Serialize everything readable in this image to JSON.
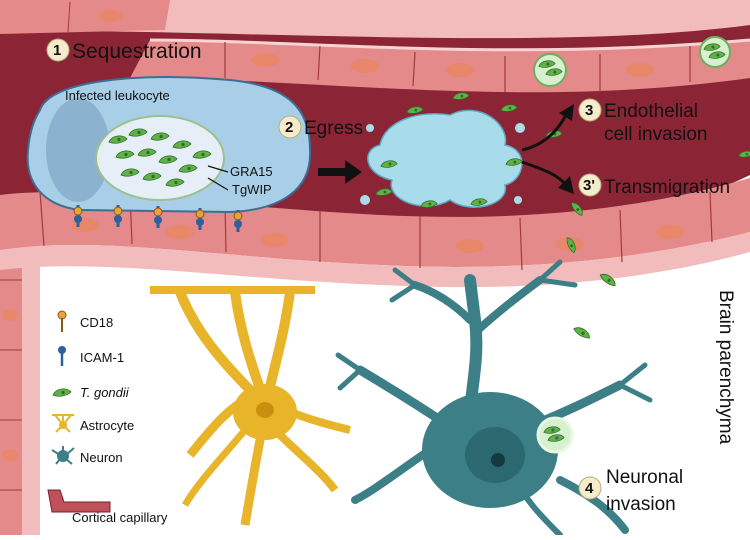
{
  "steps": [
    {
      "number": "1",
      "label": "Sequestration"
    },
    {
      "number": "2",
      "label": "Egress"
    },
    {
      "number": "3",
      "label_line1": "Endothelial",
      "label_line2": "cell invasion"
    },
    {
      "number": "3'",
      "label": "Transmigration"
    },
    {
      "number": "4",
      "label_line1": "Neuronal",
      "label_line2": "invasion"
    }
  ],
  "leukocyte": {
    "label": "Infected leukocyte",
    "markers": [
      "GRA15",
      "TgWIP"
    ]
  },
  "region_label": "Brain parenchyma",
  "legend": [
    {
      "icon": "cd18-icon",
      "label": "CD18",
      "italic": false
    },
    {
      "icon": "icam1-icon",
      "label": "ICAM-1",
      "italic": false
    },
    {
      "icon": "t-gondii-icon",
      "label": "T. gondii",
      "italic": true
    },
    {
      "icon": "astrocyte-icon",
      "label": "Astrocyte",
      "italic": false
    },
    {
      "icon": "neuron-icon",
      "label": "Neuron",
      "italic": false
    },
    {
      "icon": "cortical-capillary-icon",
      "label": "Cortical capillary",
      "italic": false
    }
  ],
  "colors": {
    "vessel_lumen": "#8b2535",
    "endothelium": "#e58a8a",
    "endothelium_light": "#f3bcbc",
    "leukocyte": "#a9cfe8",
    "parasite": "#5fb148",
    "astrocyte": "#e8b42a",
    "neuron": "#3d7f87"
  }
}
